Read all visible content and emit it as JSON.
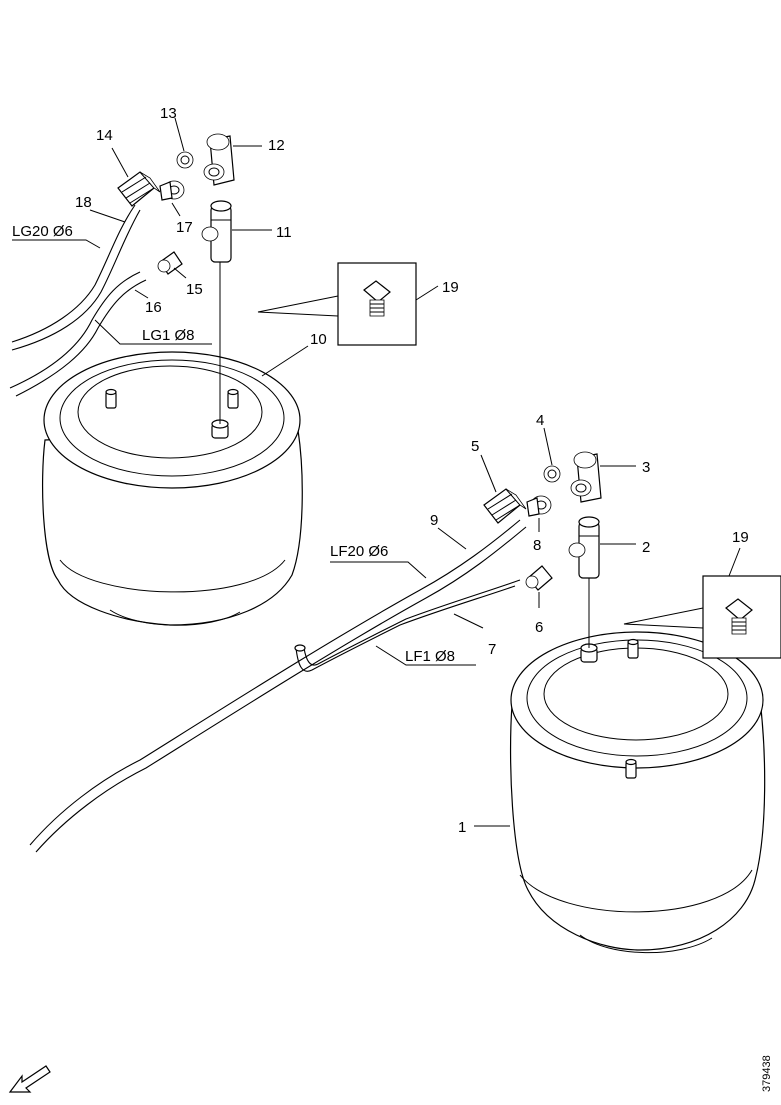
{
  "labels": {
    "p1": "1",
    "p2": "2",
    "p3": "3",
    "p4": "4",
    "p5": "5",
    "p6": "6",
    "p7": "7",
    "p8": "8",
    "p9": "9",
    "p10": "10",
    "p11": "11",
    "p12": "12",
    "p13": "13",
    "p14": "14",
    "p15": "15",
    "p16": "16",
    "p17": "17",
    "p18": "18",
    "p19a": "19",
    "p19b": "19"
  },
  "line_labels": {
    "lg20": "LG20 Ø6",
    "lg1": "LG1 Ø8",
    "lf20": "LF20 Ø6",
    "lf1": "LF1 Ø8"
  },
  "drawing_code": "379438"
}
